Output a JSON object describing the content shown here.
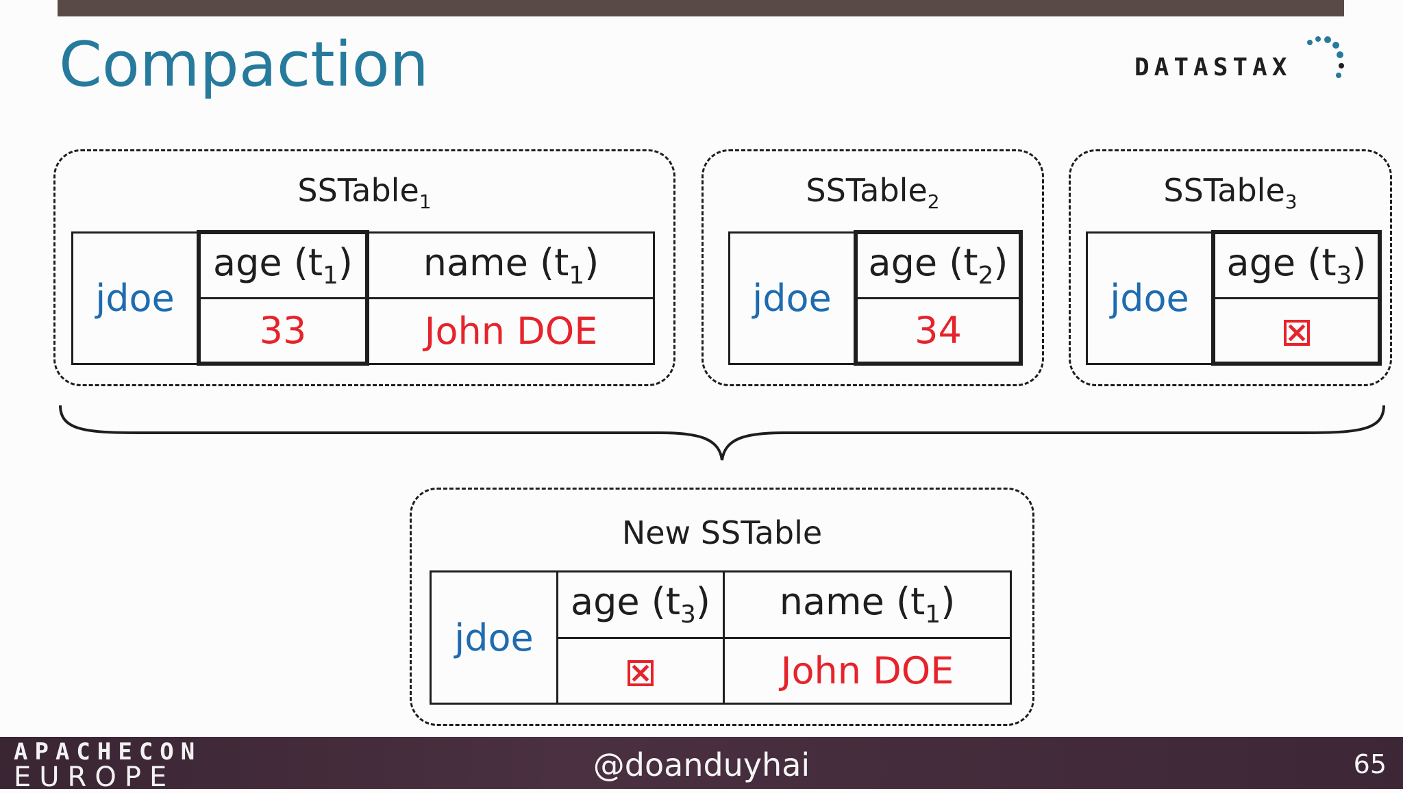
{
  "slide": {
    "title": "Compaction",
    "logo_text": "DATASTAX",
    "footer": {
      "event_line1": "APACHECON",
      "event_line2": "EUROPE",
      "handle": "@doanduyhai",
      "page_number": "65"
    }
  },
  "sstables": [
    {
      "title": "SSTable",
      "sub": "1",
      "key": "jdoe",
      "columns": [
        {
          "name": "age",
          "ts": "t",
          "ts_sub": "1",
          "value": "33",
          "tombstone": false
        },
        {
          "name": "name",
          "ts": "t",
          "ts_sub": "1",
          "value": "John DOE",
          "tombstone": false
        }
      ]
    },
    {
      "title": "SSTable",
      "sub": "2",
      "key": "jdoe",
      "columns": [
        {
          "name": "age",
          "ts": "t",
          "ts_sub": "2",
          "value": "34",
          "tombstone": false
        }
      ]
    },
    {
      "title": "SSTable",
      "sub": "3",
      "key": "jdoe",
      "columns": [
        {
          "name": "age",
          "ts": "t",
          "ts_sub": "3",
          "value": "",
          "tombstone": true
        }
      ]
    }
  ],
  "result": {
    "title": "New SSTable",
    "key": "jdoe",
    "columns": [
      {
        "name": "age",
        "ts": "t",
        "ts_sub": "3",
        "value": "",
        "tombstone": true
      },
      {
        "name": "name",
        "ts": "t",
        "ts_sub": "1",
        "value": "John DOE",
        "tombstone": false
      }
    ]
  },
  "colors": {
    "title": "#267a9c",
    "key": "#1e6bb0",
    "value": "#e6232b",
    "topbar": "#5a4a47",
    "footer": "#3d2736"
  }
}
